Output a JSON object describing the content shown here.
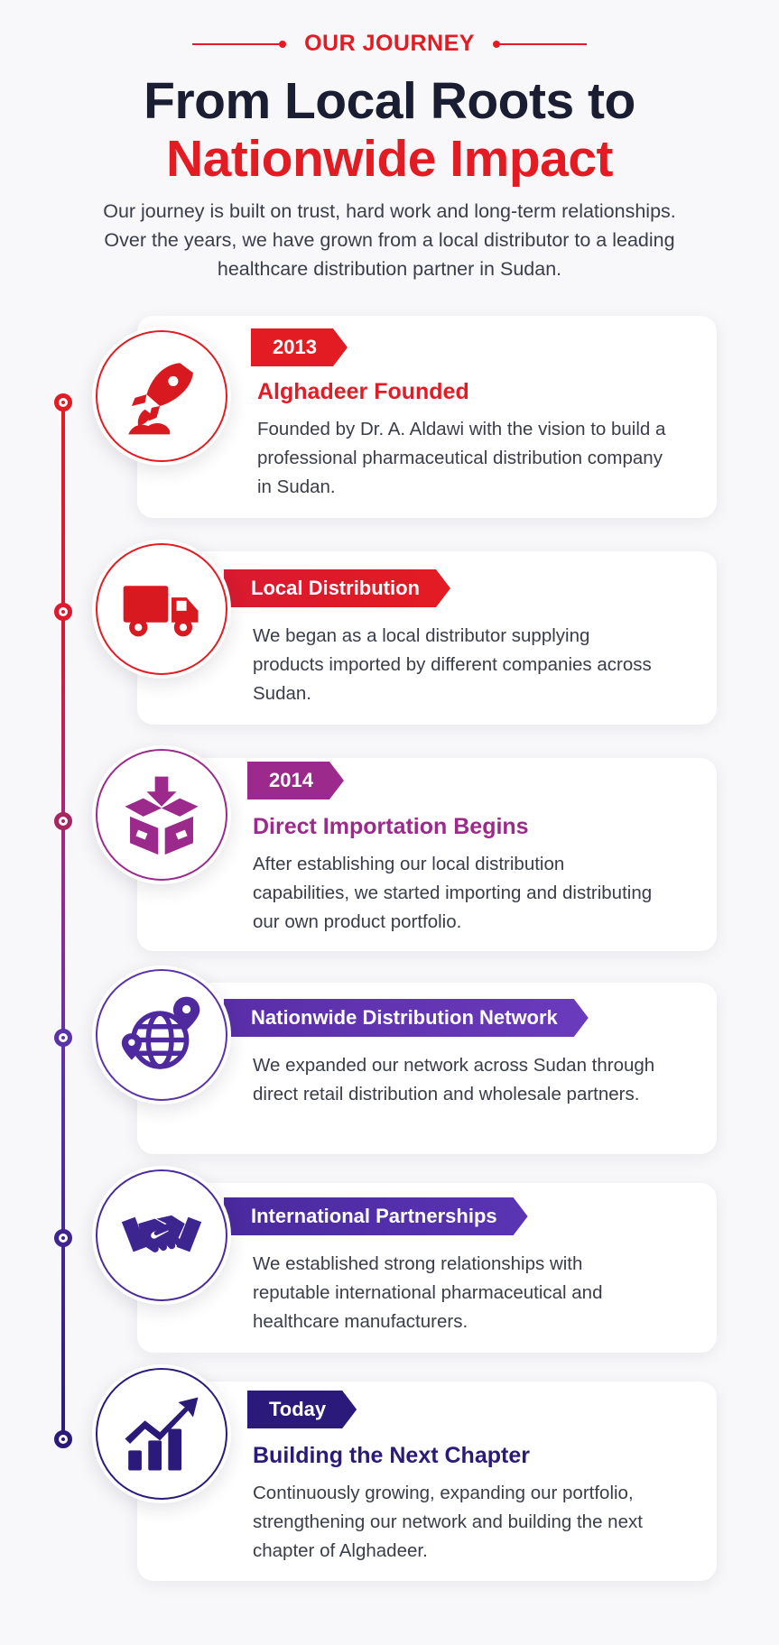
{
  "header": {
    "eyebrow": "OUR JOURNEY",
    "title_line1": "From Local Roots to",
    "title_line2": "Nationwide Impact",
    "intro": "Our journey is built on trust, hard work and long-term relationships. Over the years, we have grown from a local distributor to a leading healthcare distribution partner in Sudan."
  },
  "colors": {
    "red": "#e31b23",
    "magenta": "#9c2a8c",
    "purple": "#5b33a8",
    "indigo": "#2c1a7a"
  },
  "milestones": [
    {
      "badge": "2013",
      "title": "Alghadeer Founded",
      "description": "Founded by Dr. A. Aldawi with the vision to build a professional pharmaceutical distribution company in Sudan.",
      "icon": "rocket-icon"
    },
    {
      "badge": "Local Distribution",
      "title": "",
      "description": "We began as a local distributor supplying products imported by different companies across Sudan.",
      "icon": "truck-icon"
    },
    {
      "badge": "2014",
      "title": "Direct Importation Begins",
      "description": "After establishing our local distribution capabilities, we started importing and distributing our own product portfolio.",
      "icon": "box-import-icon"
    },
    {
      "badge": "Nationwide Distribution Network",
      "title": "",
      "description": "We expanded our network across Sudan through direct retail distribution and wholesale partners.",
      "icon": "globe-pin-icon"
    },
    {
      "badge": "International Partnerships",
      "title": "",
      "description": "We established strong relationships with reputable international pharmaceutical and healthcare manufacturers.",
      "icon": "handshake-icon"
    },
    {
      "badge": "Today",
      "title": "Building the Next Chapter",
      "description": "Continuously growing, expanding our portfolio, strengthening our network and building the next chapter of Alghadeer.",
      "icon": "growth-chart-icon"
    }
  ]
}
